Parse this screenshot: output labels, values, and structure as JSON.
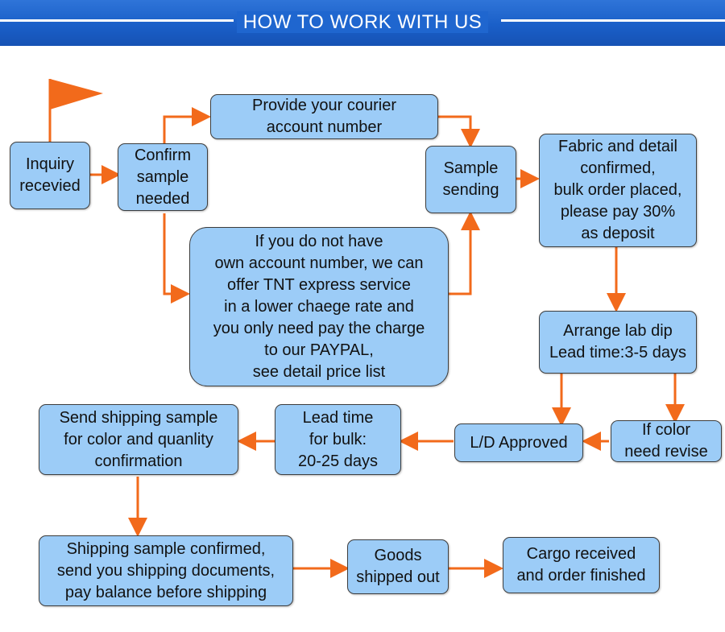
{
  "header": {
    "title": "HOW TO WORK WITH US"
  },
  "colors": {
    "box_fill": "#9cccf7",
    "arrow": "#f26a1b",
    "header_bg": "#1f66cf"
  },
  "steps": {
    "inquiry": "Inquiry\nrecevied",
    "confirm_sample": "Confirm\nsample\nneeded",
    "courier": "Provide your courier\naccount number",
    "tnt_offer": "If you do not have\nown account number, we can\noffer TNT express service\nin a lower chaege rate and\nyou only need pay the charge\nto our PAYPAL,\nsee detail price list",
    "sample_sending": "Sample\nsending",
    "fabric_confirmed": "Fabric and detail\nconfirmed,\nbulk order placed,\nplease pay 30%\nas deposit",
    "lab_dip": "Arrange lab dip\nLead time:3-5 days",
    "revise": "If color\nneed revise",
    "ld_approved": "L/D Approved",
    "lead_time_bulk": "Lead time\nfor bulk:\n20-25 days",
    "shipping_sample": "Send shipping sample\nfor color and quanlity\nconfirmation",
    "shipping_confirmed": "Shipping sample confirmed,\nsend you shipping documents,\npay balance before shipping",
    "goods_shipped": "Goods\nshipped out",
    "cargo_received": "Cargo received\nand order finished"
  }
}
